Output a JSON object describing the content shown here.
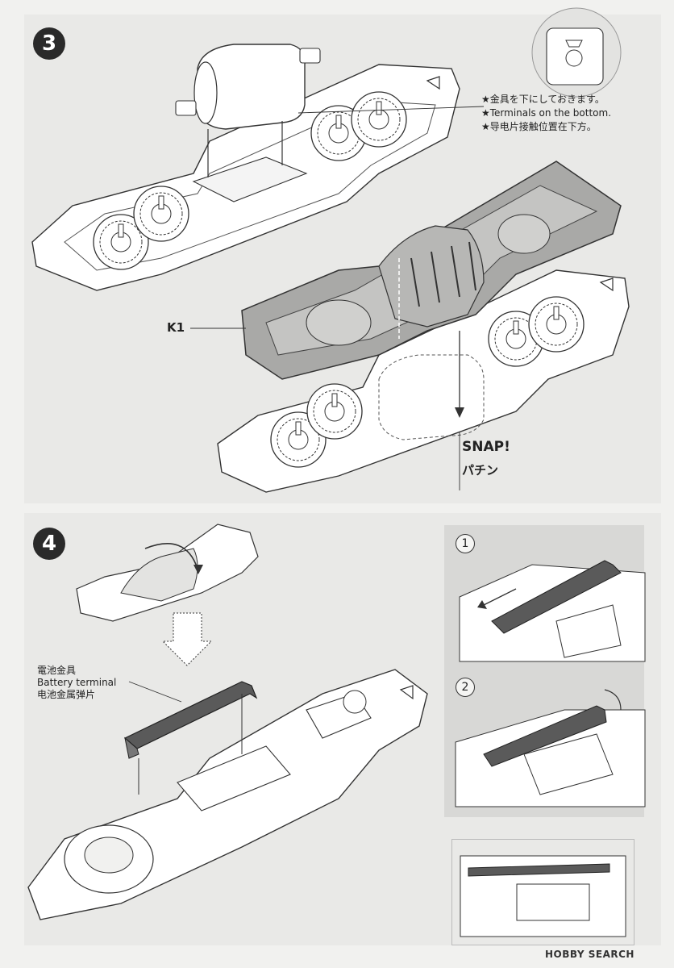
{
  "step3": {
    "number": "3",
    "note_lines": [
      "★金具を下にしておきます。",
      "★Terminals on the bottom.",
      "★导电片接触位置在下方。"
    ],
    "part_label": "K1",
    "snap_label": "SNAP!",
    "snap_label_jp": "パチン"
  },
  "step4": {
    "number": "4",
    "battery_lines": [
      "電池金具",
      "Battery terminal",
      "电池金属弹片"
    ],
    "substeps": [
      "1",
      "2"
    ]
  },
  "watermark": "HOBBY SEARCH",
  "colors": {
    "page": "#f1f1ef",
    "panel": "#e9e9e7",
    "subpanel": "#d8d8d6",
    "ink": "#222222",
    "cover_gray": "#a9a9a7",
    "terminal_dark": "#5a5a5a"
  }
}
